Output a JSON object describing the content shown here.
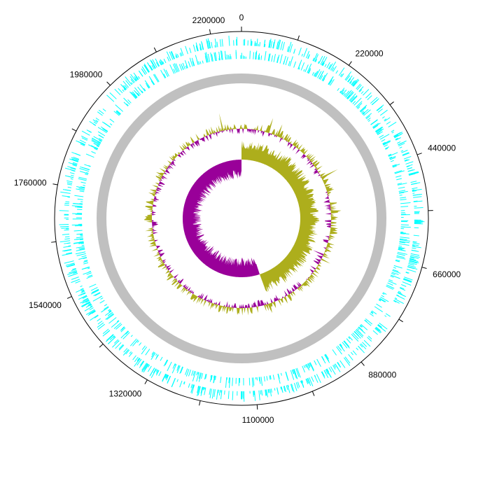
{
  "diagram": {
    "type": "circular-genome-map",
    "genome_length_approx": 2260000,
    "scale_labels": [
      "0",
      "220000",
      "440000",
      "660000",
      "880000",
      "1100000",
      "1320000",
      "1540000",
      "1760000",
      "1980000",
      "2200000"
    ],
    "scale_values": [
      0,
      220000,
      440000,
      660000,
      880000,
      1100000,
      1320000,
      1540000,
      1760000,
      1980000,
      2200000
    ],
    "tracks": [
      {
        "id": "cds-forward",
        "color": "#00ffff"
      },
      {
        "id": "cds-reverse",
        "color": "#00ffff"
      },
      {
        "id": "backbone",
        "color": "#c0c0c0"
      },
      {
        "id": "gc-content",
        "color_positive": "#adae1c",
        "color_negative": "#990099"
      },
      {
        "id": "gc-skew",
        "color_positive": "#adae1c",
        "color_negative": "#990099"
      }
    ],
    "colors": {
      "scale": "#000000",
      "cds": "#00ffff",
      "backbone": "#c0c0c0",
      "positive": "#adae1c",
      "negative": "#990099"
    }
  }
}
